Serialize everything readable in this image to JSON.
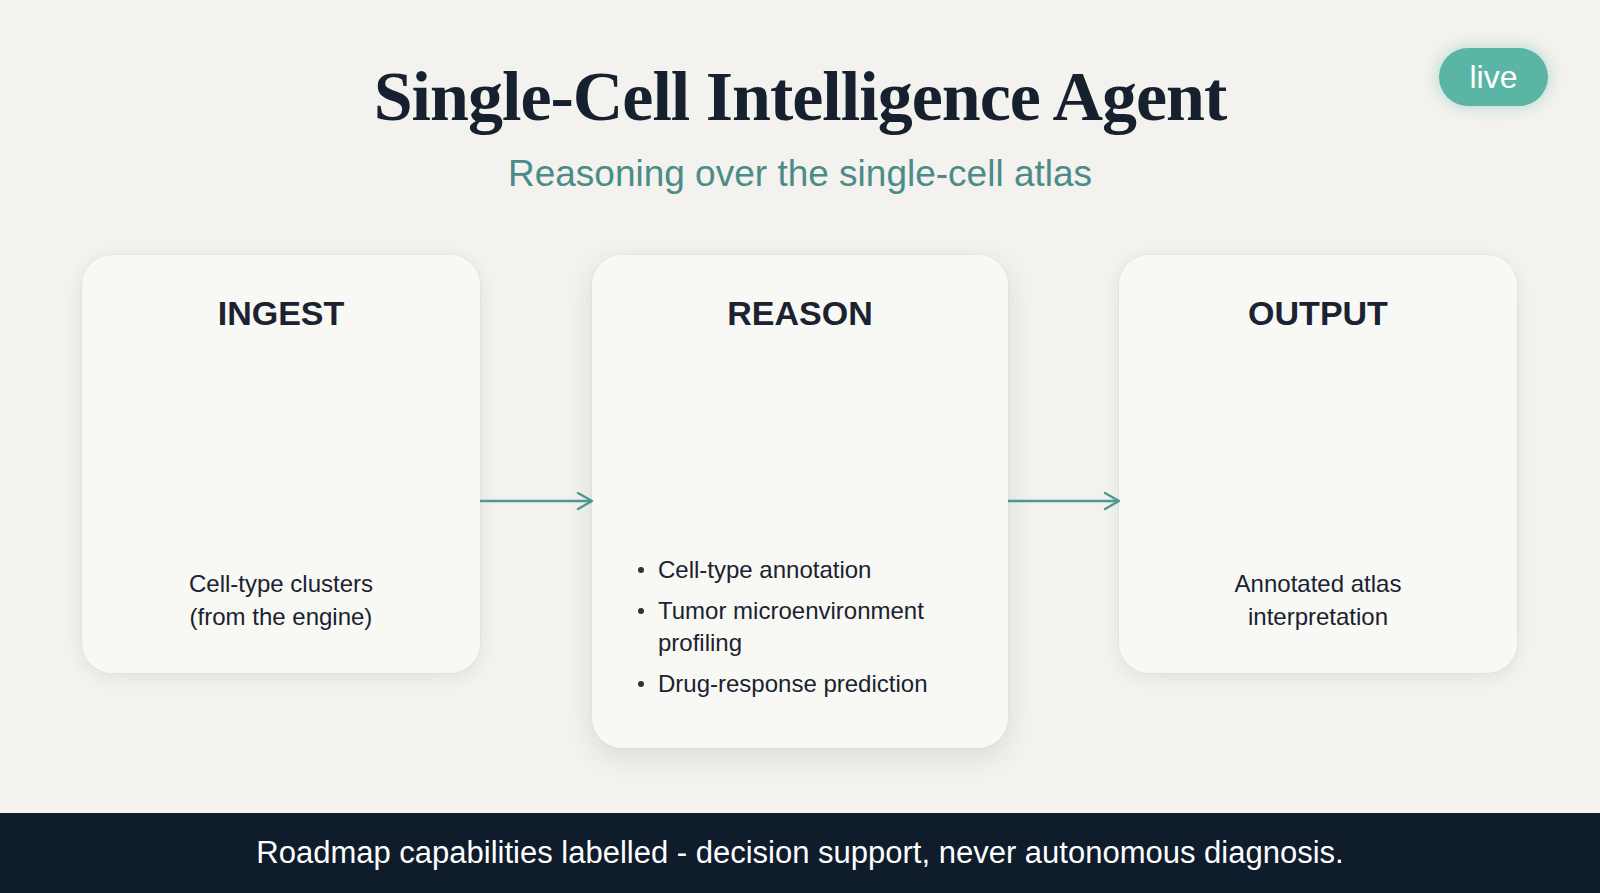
{
  "diagram": {
    "title": "Single-Cell Intelligence Agent",
    "nodes": [
      {
        "text": [
          "live"
        ]
      },
      {
        "text": [
          "INGEST",
          "Cell-type clusters (from the engine)"
        ]
      },
      {
        "text": [
          "REASON",
          "Cell-type annotation",
          "Tumor microenvironment profiling",
          "Drug-response prediction"
        ]
      },
      {
        "text": [
          "OUTPUT",
          "Annotated atlas interpretation"
        ]
      },
      {
        "text": [
          "Roadmap capabilities labelled - decision support, never autonomous diagnosis."
        ]
      }
    ],
    "edges": [
      {
        "from": 1,
        "to": 2,
        "arrow": "to"
      },
      {
        "from": 2,
        "to": 3,
        "arrow": "to"
      }
    ],
    "labels": [
      "Reasoning over the single-cell atlas"
    ]
  }
}
